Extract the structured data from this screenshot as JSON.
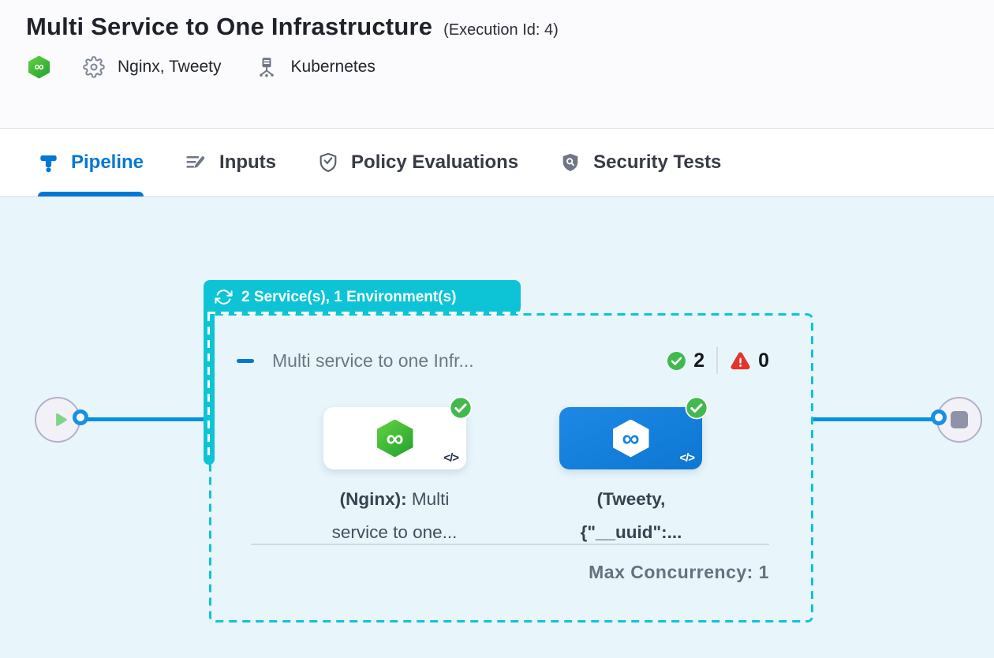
{
  "header": {
    "title": "Multi Service to One Infrastructure",
    "execution_id": "(Execution Id: 4)",
    "services": "Nginx, Tweety",
    "environment": "Kubernetes"
  },
  "tabs": {
    "pipeline": "Pipeline",
    "inputs": "Inputs",
    "policy_evaluations": "Policy Evaluations",
    "security_tests": "Security Tests"
  },
  "stage": {
    "badge": "2 Service(s), 1 Environment(s)",
    "title": "Multi service to one Infr...",
    "success_count": "2",
    "failed_count": "0",
    "max_concurrency": "Max Concurrency: 1",
    "nodes": [
      {
        "name": "Nginx",
        "label_bold": "(Nginx):",
        "label_rest": " Multi service to one...",
        "code_icon": "</>",
        "logo_glyph": "∞"
      },
      {
        "name": "Tweety",
        "label_bold": "(Tweety, {\"__uuid\":...",
        "label_rest": "",
        "code_icon": "</>",
        "logo_glyph": "∞"
      }
    ]
  },
  "icons": {
    "harness_logo_glyph": "∞"
  },
  "colors": {
    "teal": "#0cc4d6",
    "connector_blue": "#0092e4",
    "active_tab_blue": "#0278d5",
    "node_blue": "#1583df",
    "success_green": "#42b94f",
    "error_red": "#e3342b",
    "canvas_bg": "#e8f6fb"
  }
}
